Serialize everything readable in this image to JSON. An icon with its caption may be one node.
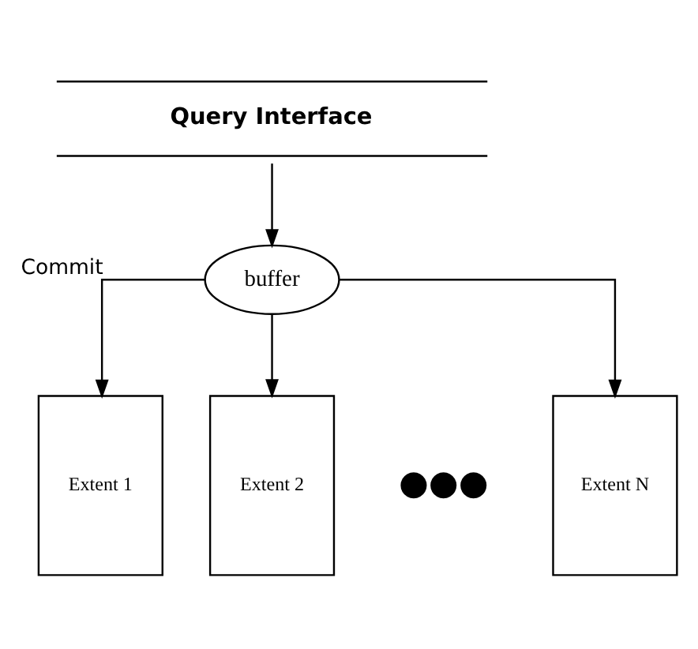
{
  "diagram": {
    "nodes": [
      {
        "text": [
          "Query Interface"
        ]
      },
      {
        "text": [
          "buffer"
        ]
      },
      {
        "text": [
          "Extent 1"
        ]
      },
      {
        "text": [
          "Extent 2"
        ]
      },
      {
        "text": [
          "Extent N"
        ]
      }
    ],
    "edges": [
      {
        "from": 0,
        "to": 1,
        "arrow": "to"
      },
      {
        "from": 1,
        "to": 2,
        "arrow": "to",
        "label": "Commit"
      },
      {
        "from": 1,
        "to": 3,
        "arrow": "to"
      },
      {
        "from": 1,
        "to": 4,
        "arrow": "to"
      }
    ],
    "labels": [
      "●●●"
    ]
  }
}
